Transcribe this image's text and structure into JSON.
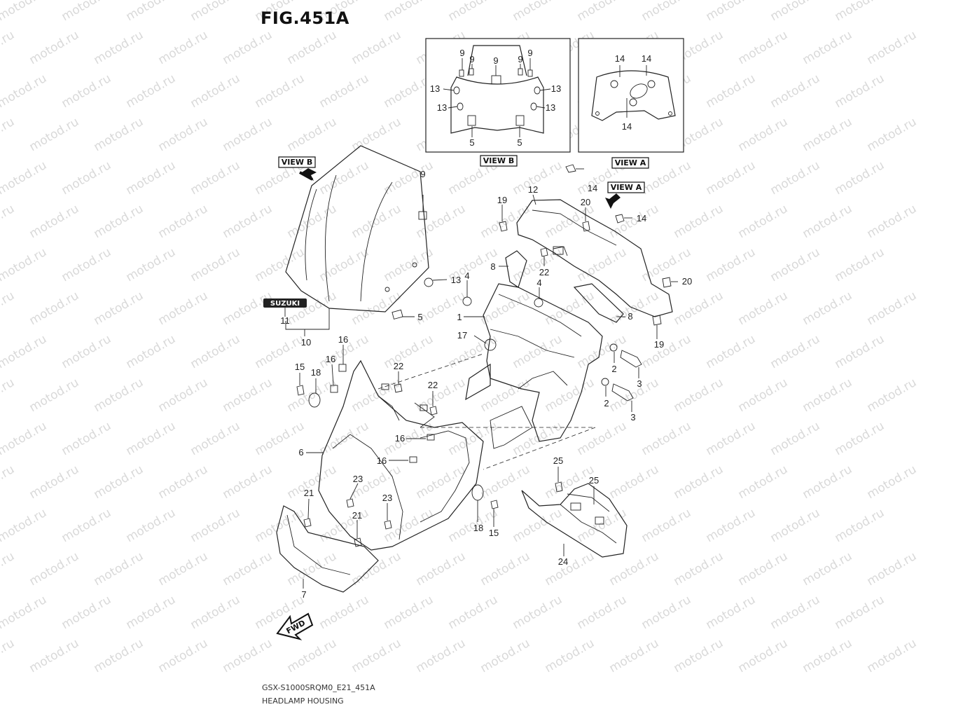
{
  "figure_title": "FIG.451A",
  "caption_code": "GSX-S1000SRQM0_E21_451A",
  "caption_name": "HEADLAMP HOUSING",
  "watermark": "motod.ru",
  "brand_logo": "SUZUKI",
  "direction_label": "FWD",
  "view_labels": {
    "view_a": "VIEW A",
    "view_b": "VIEW B"
  },
  "callouts": [
    "1",
    "2",
    "3",
    "4",
    "5",
    "6",
    "7",
    "8",
    "9",
    "10",
    "11",
    "12",
    "13",
    "14",
    "15",
    "16",
    "17",
    "18",
    "19",
    "20",
    "21",
    "22",
    "23",
    "24",
    "25"
  ]
}
